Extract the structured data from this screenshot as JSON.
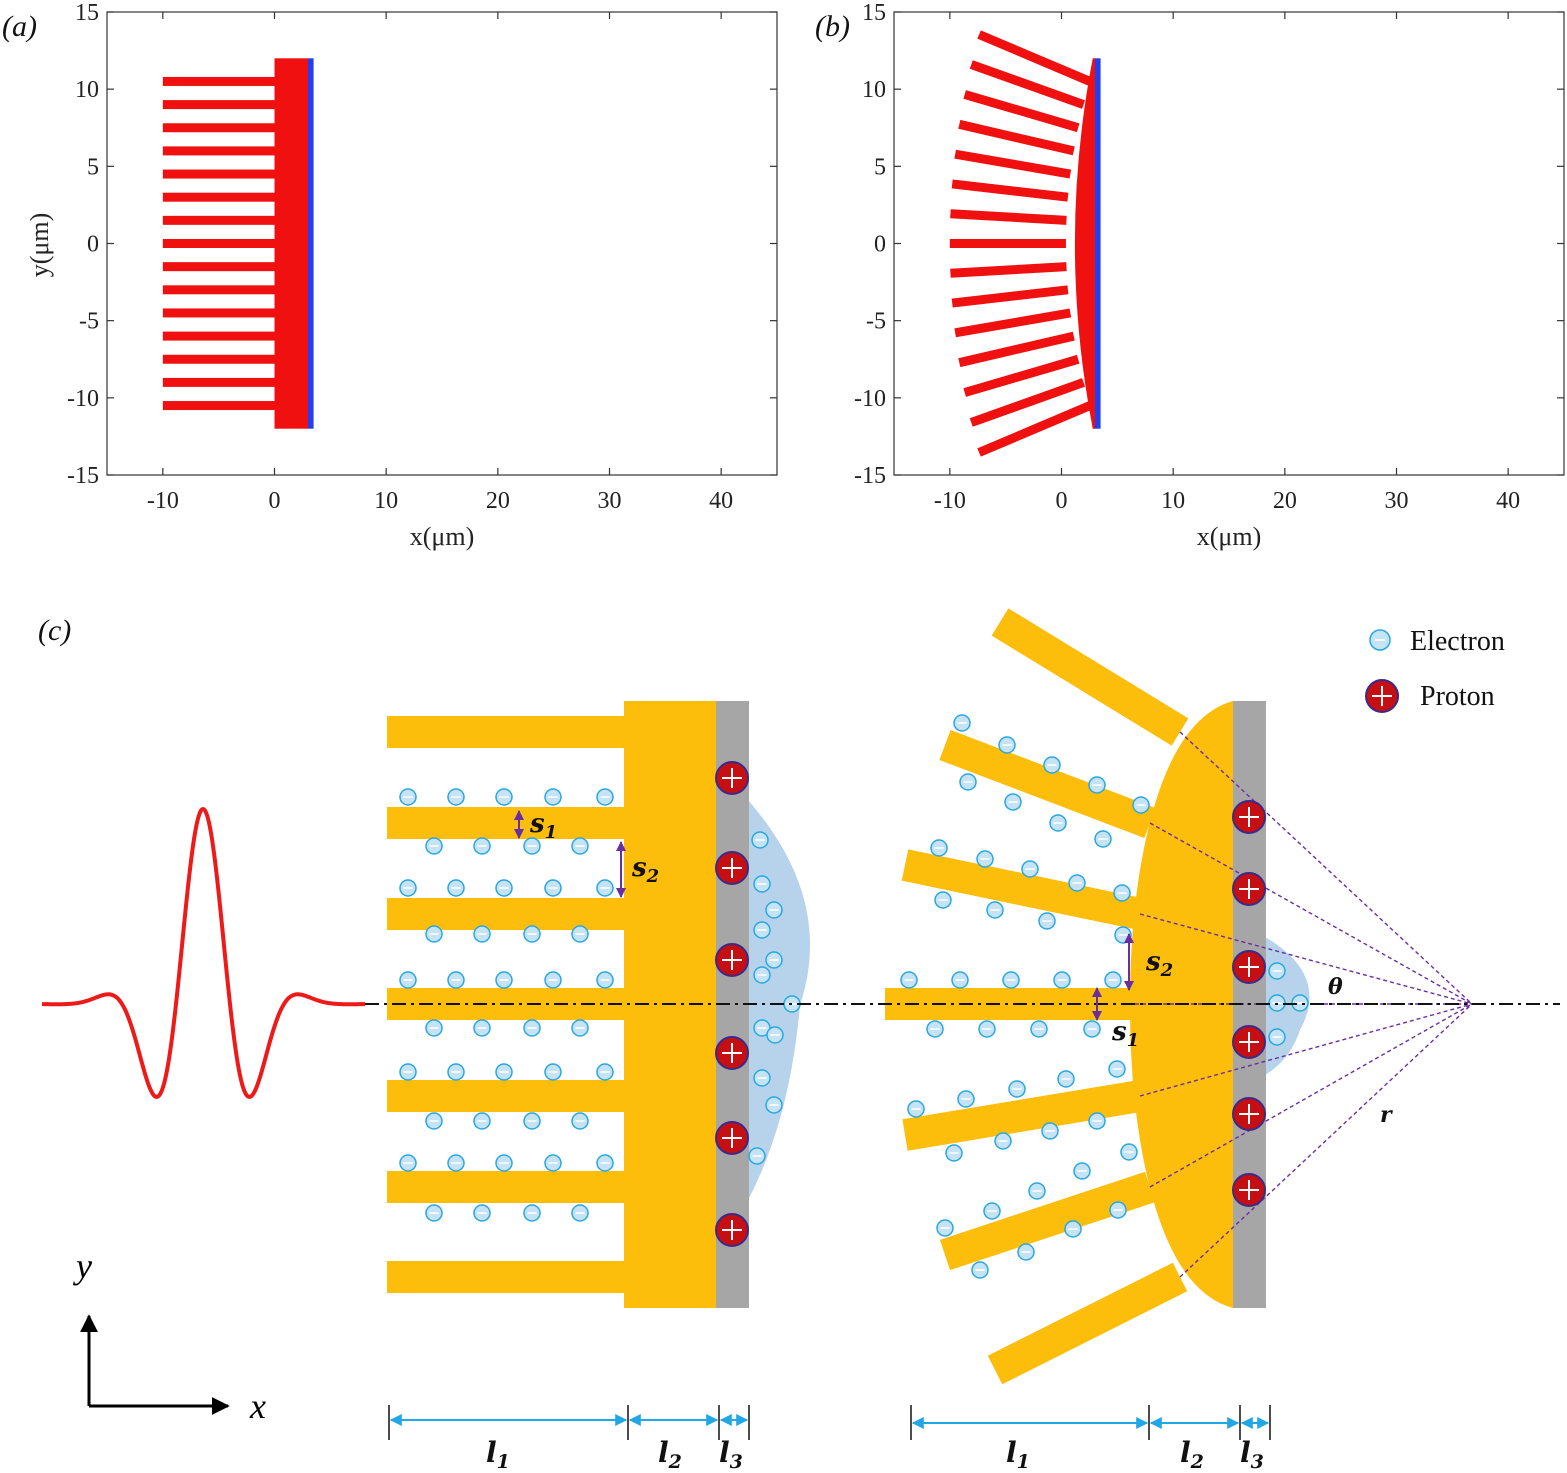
{
  "panels": {
    "a": {
      "label": "(a)"
    },
    "b": {
      "label": "(b)"
    },
    "c": {
      "label": "(c)"
    }
  },
  "axes": {
    "xlabel": "x(μm)",
    "ylabel": "y(μm)",
    "xlim": [
      -15,
      45
    ],
    "ylim": [
      -15,
      15
    ],
    "xticks": [
      -10,
      0,
      10,
      20,
      30,
      40
    ],
    "yticks": [
      15,
      10,
      5,
      0,
      -5,
      -10,
      -15
    ]
  },
  "legend": {
    "electron": "Electron",
    "proton": "Proton"
  },
  "electron_sign": "−",
  "proton_sign": "+",
  "symbols": {
    "s1": "s",
    "s1_sub": "1",
    "s2": "s",
    "s2_sub": "2",
    "theta": "θ",
    "r": "r",
    "l1": "l",
    "l1_sub": "1",
    "l2": "l",
    "l2_sub": "2",
    "l3": "l",
    "l3_sub": "3"
  },
  "coord_axes": {
    "y": "y",
    "x": "x"
  },
  "colors": {
    "target_red": "#f01010",
    "substrate_blue": "#1f3ff0",
    "gold": "#fdbd0b",
    "gray": "#a7a6a6",
    "electron_fill": "#c6e3f6",
    "electron_stroke": "#27a8e0",
    "proton_fill": "#c50f12",
    "cloud": "#b7d3ec",
    "laser": "#ee1a1a",
    "dim_arrow": "#22a7e6",
    "purple": "#6a2ea3"
  }
}
